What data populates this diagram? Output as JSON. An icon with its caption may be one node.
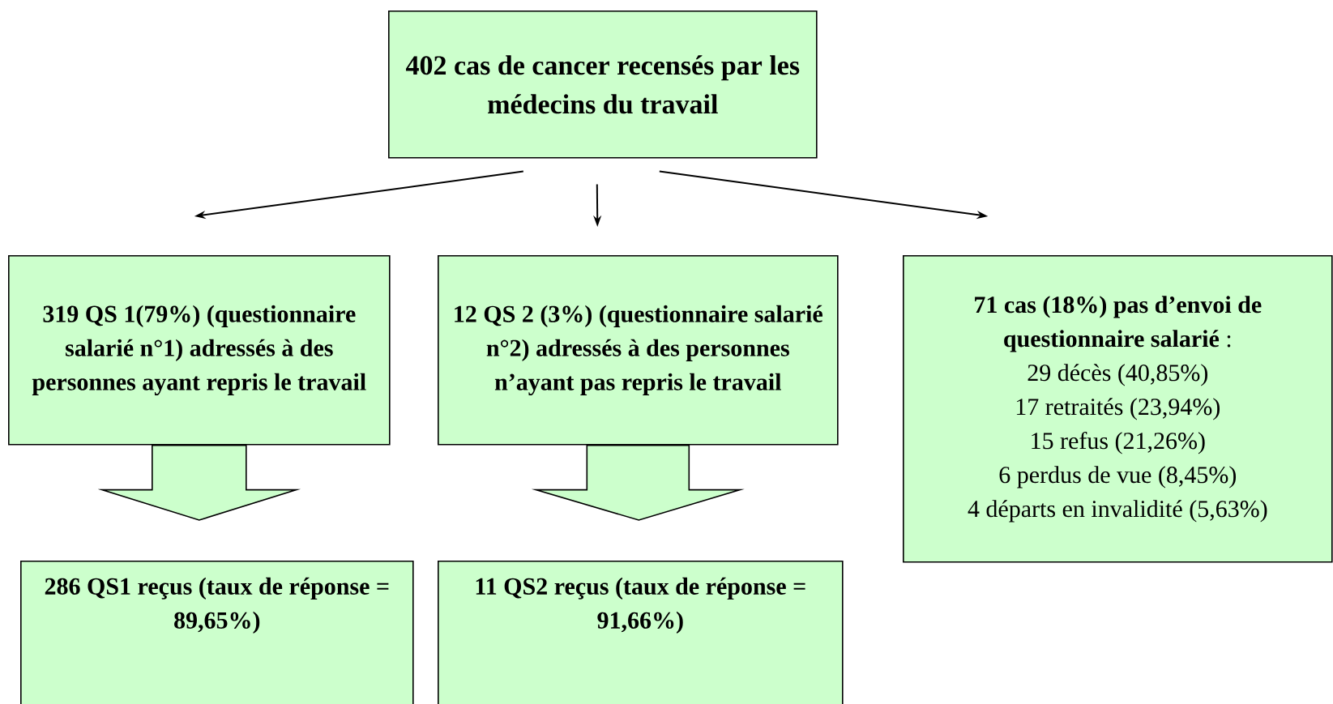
{
  "diagram": {
    "nodes": [
      {
        "text": [
          "402 cas de cancer recensés par les médecins du travail"
        ]
      },
      {
        "text": [
          "319 QS 1(79%) (questionnaire salarié n°1) adressés à des personnes ayant repris le travail"
        ]
      },
      {
        "text": [
          "12 QS 2 (3%) (questionnaire salarié n°2) adressés à des personnes n’ayant pas repris le travail"
        ]
      },
      {
        "text": [
          "**71 cas (18%) pas d’envoi de questionnaire salarié** :",
          "29 décès (40,85%)",
          "17 retraités (23,94%)",
          "15 refus (21,26%)",
          "6 perdus de vue (8,45%)",
          "4 départs en invalidité (5,63%)"
        ]
      },
      {
        "text": [
          "286 QS1 reçus (taux de réponse = 89,65%)"
        ]
      },
      {
        "text": [
          "11 QS2 reçus (taux de réponse = 91,66%)"
        ]
      }
    ],
    "edges": [
      {
        "from": 0,
        "to": 1,
        "arrow": "to"
      },
      {
        "from": 0,
        "to": 2,
        "arrow": "to"
      },
      {
        "from": 0,
        "to": 3,
        "arrow": "to"
      },
      {
        "from": 1,
        "to": 4,
        "arrow": "to",
        "style": "thick"
      },
      {
        "from": 2,
        "to": 5,
        "arrow": "to",
        "style": "thick"
      }
    ]
  }
}
